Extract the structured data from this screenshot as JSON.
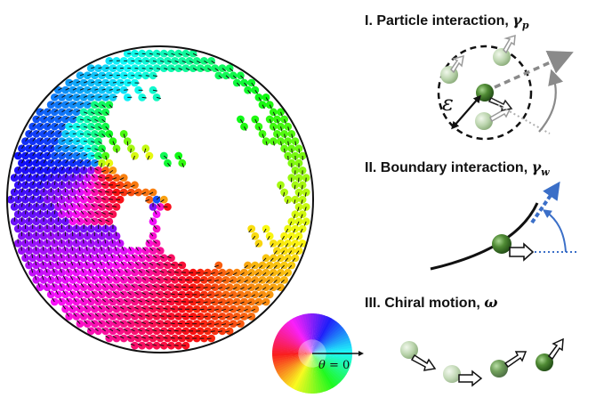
{
  "panels": {
    "particle": {
      "title": "I. Particle interaction, ",
      "symbol": "γ",
      "subscript": "p"
    },
    "boundary": {
      "title": "II. Boundary interaction, ",
      "symbol": "γ",
      "subscript": "w"
    },
    "chiral": {
      "title": "III. Chiral motion, ",
      "symbol": "ω"
    }
  },
  "interaction_radius_label": "ε",
  "color_wheel": {
    "label_symbol": "θ",
    "label_rest": " = 0"
  },
  "colors": {
    "wall": "#111111",
    "particle_green": "#2f6b1f",
    "ghost_green": "#a9c79b",
    "dashed_arrow": "#8a8a8a",
    "boundary_arrow": "#3b6fc8",
    "angle_arc": "#3b6fc8"
  }
}
